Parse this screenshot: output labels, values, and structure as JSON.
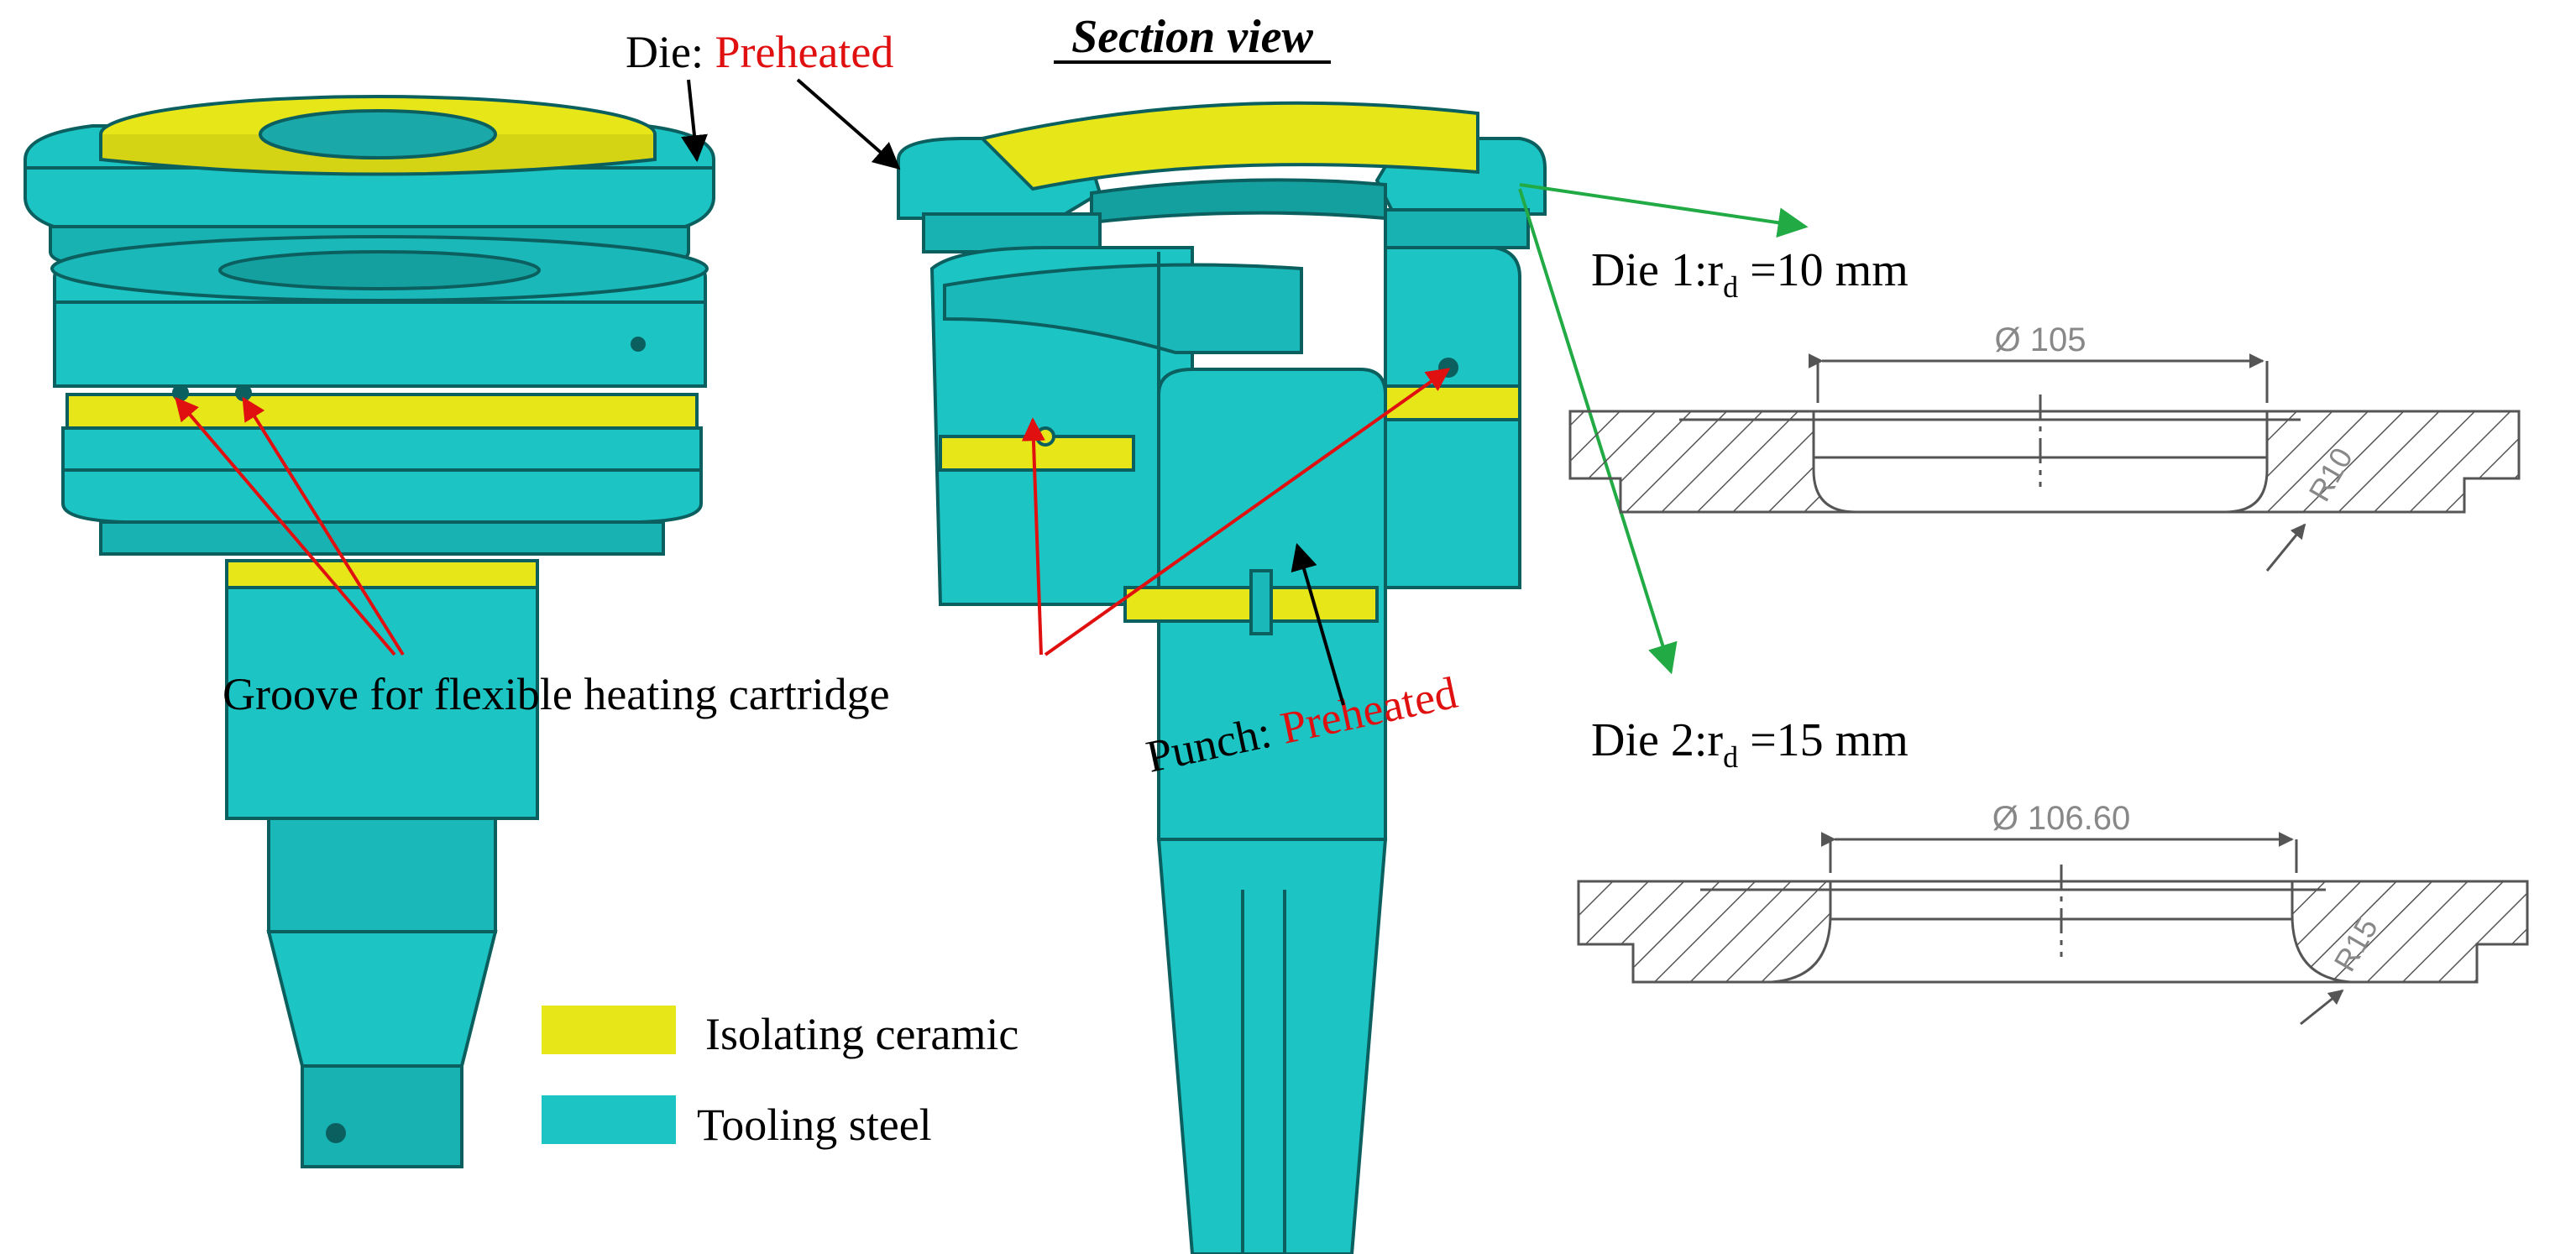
{
  "title": "Section view",
  "die_label": {
    "prefix": "Die: ",
    "state": "Preheated"
  },
  "punch_label": {
    "prefix": "Punch: ",
    "state": "Preheated"
  },
  "groove_label": "Groove for flexible heating cartridge",
  "legend": [
    {
      "label": "Isolating ceramic",
      "color": "#e6e619"
    },
    {
      "label": "Tooling steel",
      "color": "#1cc4c4"
    }
  ],
  "die1": {
    "prefix": "Die 1:r",
    "sub": "d",
    "suffix": " =10 mm",
    "diameter": "Ø 105",
    "radius": "R10"
  },
  "die2": {
    "prefix": "Die 2:r",
    "sub": "d",
    "suffix": " =15 mm",
    "diameter": "Ø 106.60",
    "radius": "R15"
  },
  "colors": {
    "steel": "#1cc4c4",
    "steel_dark": "#0f9a9a",
    "ceramic": "#e6e619",
    "ceramic_dark": "#b8b800",
    "annotation_red": "#e01010",
    "arrow_green": "#22aa44",
    "drawing_gray": "#555555"
  }
}
